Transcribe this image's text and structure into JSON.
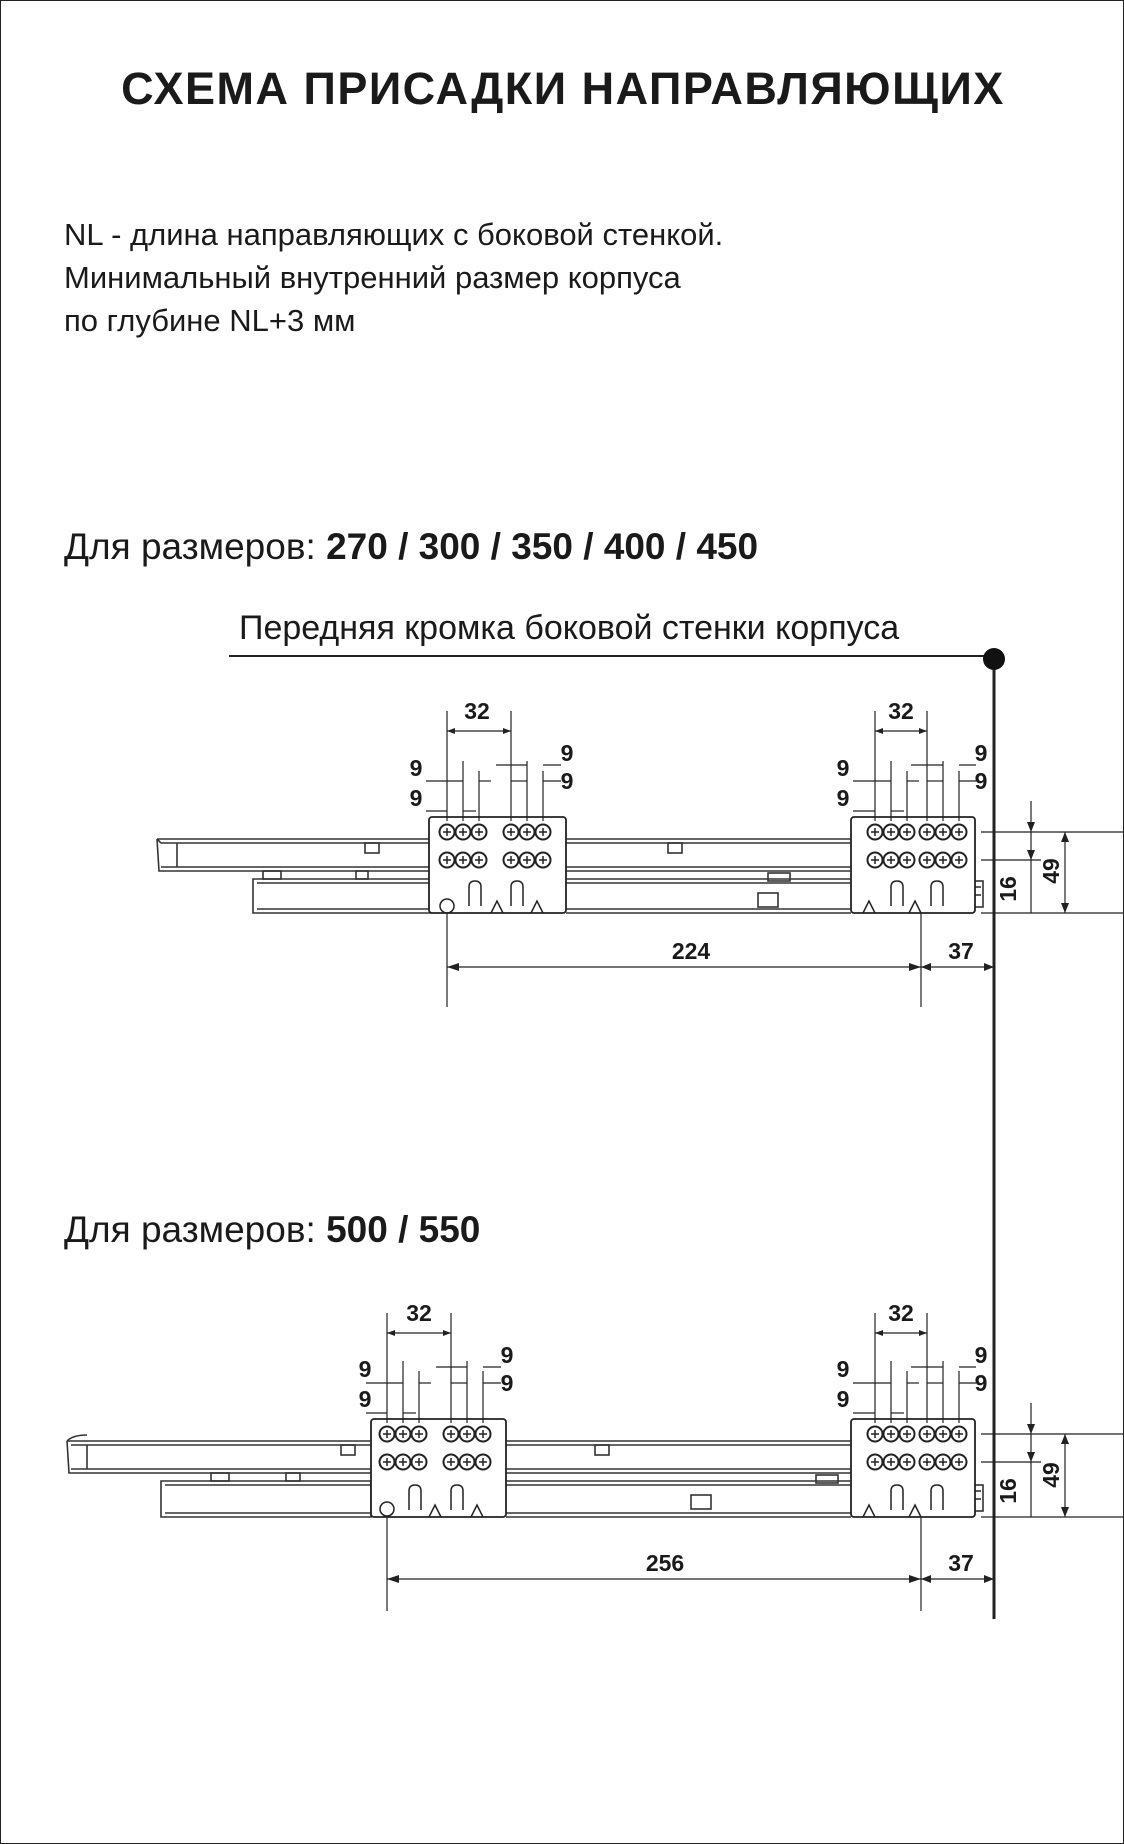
{
  "title": "СХЕМА ПРИСАДКИ НАПРАВЛЯЮЩИХ",
  "description": [
    "NL - длина направляющих с боковой стенкой.",
    "Минимальный внутренний размер корпуса",
    "по глубине NL+3 мм"
  ],
  "front_edge_label": "Передняя кромка боковой стенки корпуса",
  "sections": [
    {
      "prefix": "Для размеров: ",
      "sizes": "270 / 300 / 350 / 400 / 450",
      "dims": {
        "pitch_left": "32",
        "pitch_right": "32",
        "nine": "9",
        "spacing": "224",
        "front_offset": "37",
        "height_small": "16",
        "height_large": "49"
      }
    },
    {
      "prefix": "Для размеров: ",
      "sizes": "500 / 550",
      "dims": {
        "pitch_left": "32",
        "pitch_right": "32",
        "nine": "9",
        "spacing": "256",
        "front_offset": "37",
        "height_small": "16",
        "height_large": "49"
      }
    }
  ]
}
